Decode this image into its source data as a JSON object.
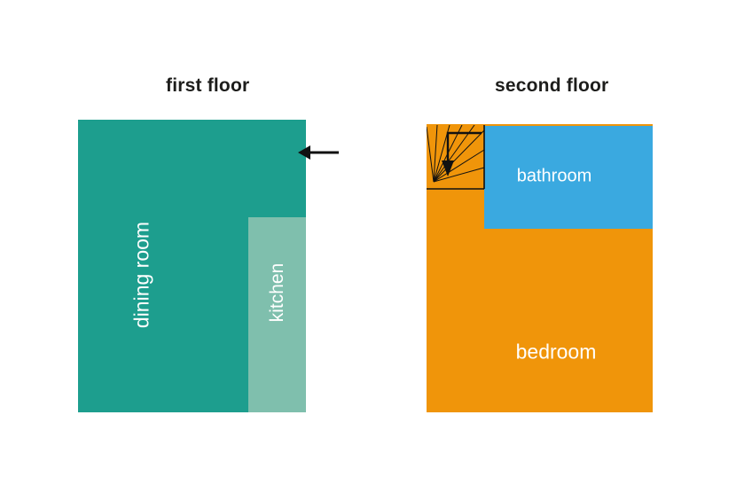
{
  "canvas": {
    "background": "#ffffff",
    "title_color": "#1d1d1b"
  },
  "first_floor": {
    "title": "first floor",
    "rooms": {
      "dining_room": {
        "label": "dining room",
        "color": "#1d9e8e",
        "text_color": "#ffffff"
      },
      "kitchen": {
        "label": "kitchen",
        "color": "#7fbfad",
        "text_color": "#ffffff"
      }
    },
    "entrance_arrow": {
      "name": "left-arrow",
      "color": "#111111"
    }
  },
  "second_floor": {
    "title": "second floor",
    "rooms": {
      "bedroom": {
        "label": "bedroom",
        "color": "#f0950a",
        "text_color": "#ffffff"
      },
      "bathroom": {
        "label": "bathroom",
        "color": "#3aa9e0",
        "text_color": "#ffffff"
      }
    },
    "stairs": {
      "name": "winder-stairs-down",
      "color": "#111111"
    }
  }
}
